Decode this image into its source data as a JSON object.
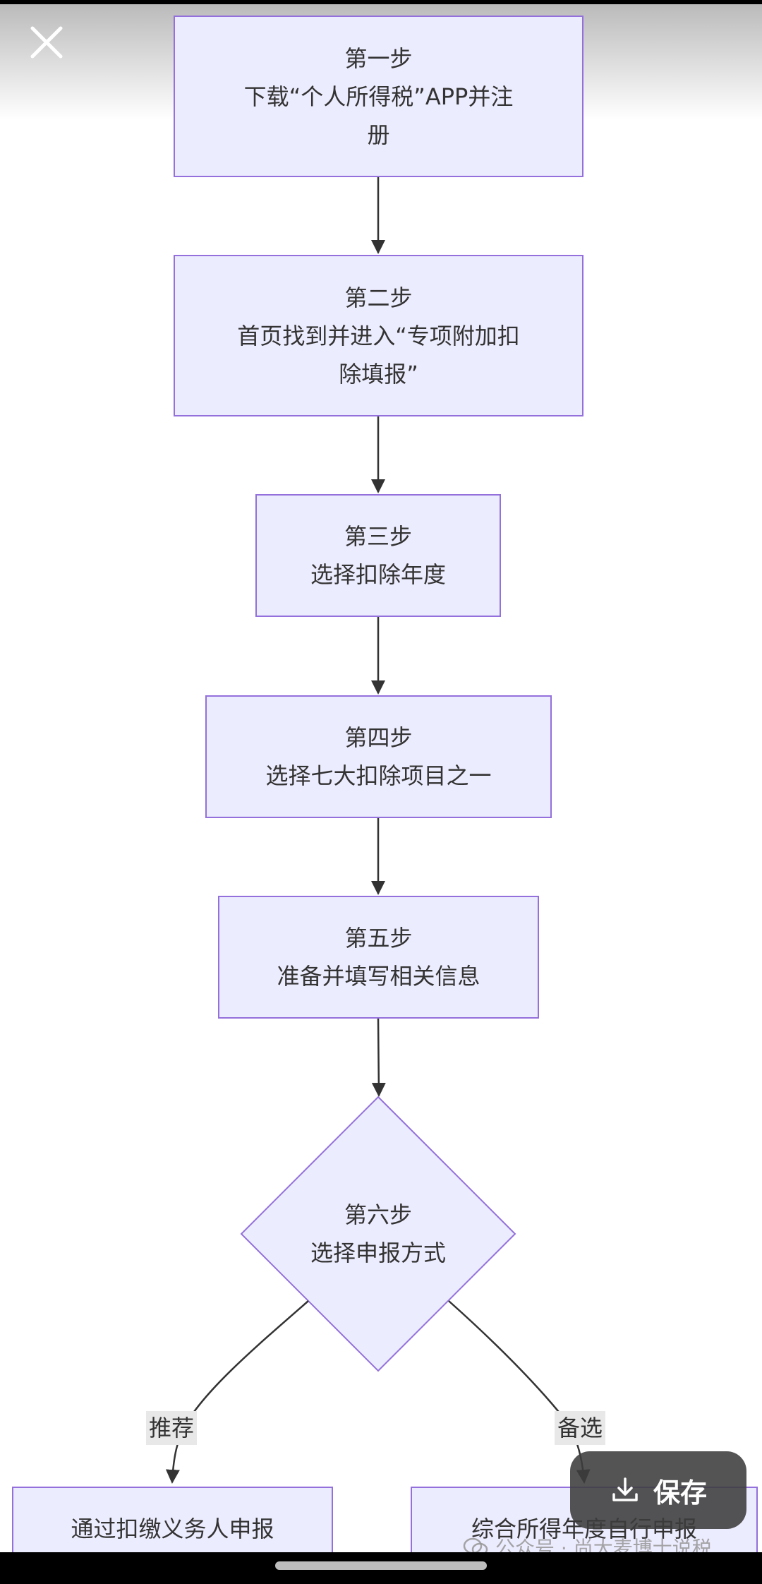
{
  "steps": [
    {
      "id": "step1",
      "text": "第一步\n下载“个人所得税”APP并注\n册"
    },
    {
      "id": "step2",
      "text": "第二步\n首页找到并进入“专项附加扣\n除填报”"
    },
    {
      "id": "step3",
      "text": "第三步\n选择扣除年度"
    },
    {
      "id": "step4",
      "text": "第四步\n选择七大扣除项目之一"
    },
    {
      "id": "step5",
      "text": "第五步\n准备并填写相关信息"
    },
    {
      "id": "step6",
      "text": "第六步\n选择申报方式"
    },
    {
      "id": "optionA",
      "text": "通过扣缴义务人申报"
    },
    {
      "id": "optionB",
      "text": "综合所得年度自行申报"
    }
  ],
  "edges": {
    "recommended_label": "推荐",
    "alternative_label": "备选"
  },
  "actions": {
    "save_label": "保存"
  },
  "watermark": {
    "text": "公众号 · 尚大麦博士说税"
  },
  "colors": {
    "node_fill": "#ececff",
    "node_border": "#9370db",
    "text": "#333333",
    "edge": "#333333"
  }
}
